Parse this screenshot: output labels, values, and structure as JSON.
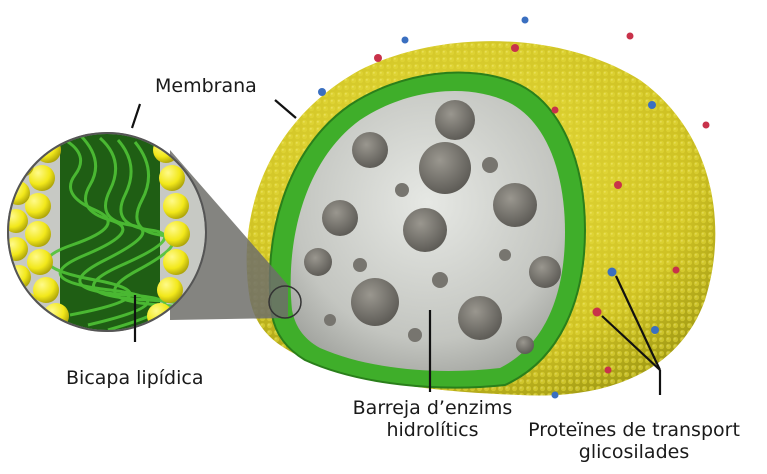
{
  "diagram": {
    "labels": {
      "membrane": "Membrana",
      "lipid_bilayer": "Bicapa lipídica",
      "enzymes_line1": "Barreja d’enzims",
      "enzymes_line2": "hidrolítics",
      "proteins_line1": "Proteïnes de transport",
      "proteins_line2": "glicosilades"
    },
    "colors": {
      "membrane_yellow": "#d8cc2a",
      "membrane_dark": "#8f8a10",
      "lipid_green": "#3fae2a",
      "lipid_head": "#f2e81a",
      "lumen_gray": "#c9cbc7",
      "enzyme_gray": "#6e6c66",
      "protein_red": "#c8324a",
      "protein_blue": "#3a6fc0"
    }
  }
}
